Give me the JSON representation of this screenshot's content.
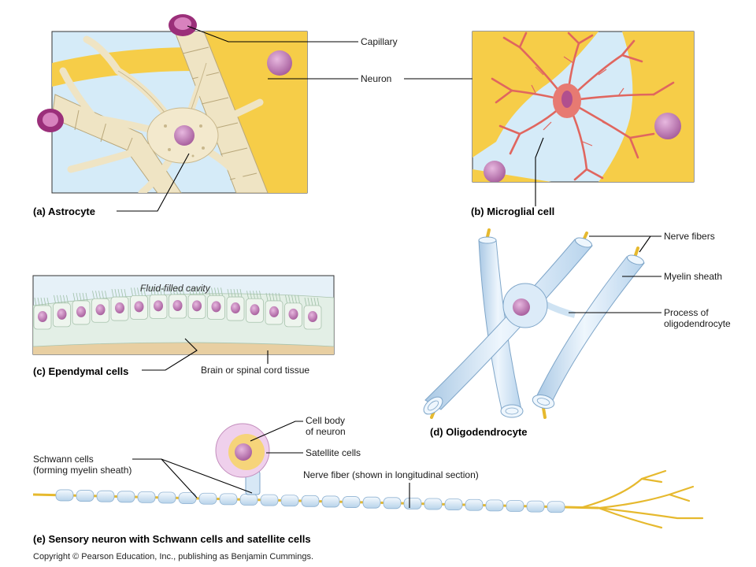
{
  "panels": {
    "a": {
      "caption": "(a)  Astrocyte",
      "labels": {
        "capillary": "Capillary",
        "neuron": "Neuron"
      }
    },
    "b": {
      "caption": "(b)  Microglial cell"
    },
    "c": {
      "caption": "(c)  Ependymal cells",
      "labels": {
        "cavity": "Fluid-filled cavity",
        "tissue": "Brain or spinal cord tissue"
      }
    },
    "d": {
      "caption": "(d)  Oligodendrocyte",
      "labels": {
        "nerve_fibers": "Nerve fibers",
        "myelin_sheath": "Myelin sheath",
        "process_line1": "Process of",
        "process_line2": "oligodendrocyte"
      }
    },
    "e": {
      "caption": "(e)  Sensory neuron with Schwann cells and satellite cells",
      "labels": {
        "cell_body_line1": "Cell body",
        "cell_body_line2": "of neuron",
        "satellite": "Satellite cells",
        "schwann_line1": "Schwann cells",
        "schwann_line2": "(forming myelin sheath)",
        "nerve_fiber": "Nerve fiber (shown in longitudinal section)"
      }
    }
  },
  "copyright": "Copyright © Pearson Education, Inc., publishing as Benjamin Cummings.",
  "colors": {
    "astrocyte": "#f2e8cc",
    "neuron": "#f7cf45",
    "microglia": "#e0665f",
    "nucleus": "#c27db8",
    "myelin": "#cfe3f3",
    "capillary_rim": "#9b2f7a",
    "background_panel": "#d8ecf7",
    "tissue": "#e8cfa2"
  }
}
